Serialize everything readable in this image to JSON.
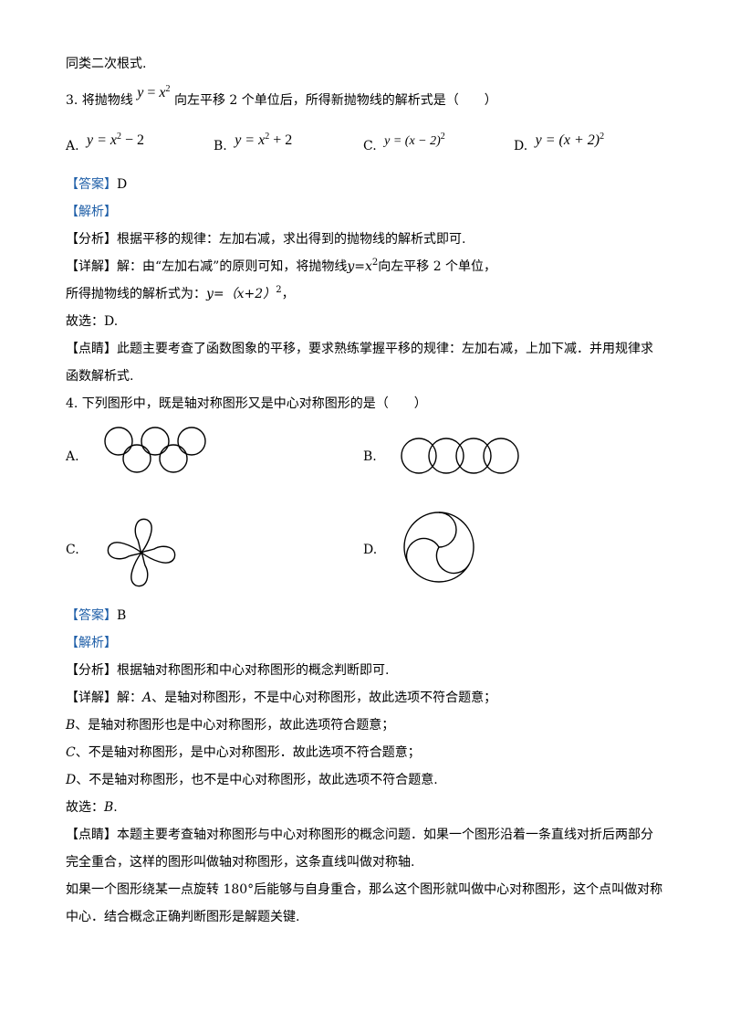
{
  "line0": "同类二次根式.",
  "q3": {
    "prefix": "3. 将抛物线",
    "formula_lhs": "y",
    "formula_eq": " = ",
    "formula_rhs": "x",
    "formula_exp": "2",
    "suffix": "向左平移 2 个单位后，所得新抛物线的解析式是（　　）",
    "options": [
      {
        "label": "A.",
        "pre": "y = x",
        "exp": "2",
        "post": " − 2"
      },
      {
        "label": "B.",
        "pre": "y = x",
        "exp": "2",
        "post": " + 2"
      },
      {
        "label": "C.",
        "pre": "y = (x − 2)",
        "exp": "2",
        "post": ""
      },
      {
        "label": "D.",
        "pre": "y = (x + 2)",
        "exp": "2",
        "post": ""
      }
    ],
    "answer_tag": "【答案】",
    "answer": "D",
    "analysis_tag": "【解析】",
    "fenxi_tag": "【分析】",
    "fenxi": "根据平移的规律：左加右减，求出得到的抛物线的解析式即可.",
    "xiangjie_tag": "【详解】",
    "xiangjie_a": "解：由“左加右减”的原则可知，将抛物线",
    "xiangjie_formula": "y=x",
    "xiangjie_exp": "2",
    "xiangjie_b": "向左平移 2 个单位，",
    "result_a": "所得抛物线的解析式为：",
    "result_formula": "y=（x+2）",
    "result_exp": "2",
    "result_b": "，",
    "choice": "故选：D.",
    "dianjing_tag": "【点睛】",
    "dianjing_1": "此题主要考查了函数图象的平移，要求熟练掌握平移的规律：左加右减，上加下减．并用规律求",
    "dianjing_2": "函数解析式."
  },
  "q4": {
    "stem": "4. 下列图形中，既是轴对称图形又是中心对称图形的是（　　）",
    "labels": [
      "A.",
      "B.",
      "C.",
      "D."
    ],
    "answer_tag": "【答案】",
    "answer": "B",
    "analysis_tag": "【解析】",
    "fenxi_tag": "【分析】",
    "fenxi": "根据轴对称图形和中心对称图形的概念判断即可.",
    "xiangjie_tag": "【详解】",
    "xj_a_letter": "A",
    "xj_a": "、是轴对称图形，不是中心对称图形，故此选项不符合题意；",
    "xj_b_letter": "B",
    "xj_b": "、是轴对称图形也是中心对称图形，故此选项符合题意；",
    "xj_c_letter": "C",
    "xj_c": "、不是轴对称图形，是中心对称图形．故此选项不符合题意；",
    "xj_d_letter": "D",
    "xj_d": "、不是轴对称图形，也不是中心对称图形，故此选项不符合题意.",
    "xj_prefix": "解：",
    "choice_a": "故选：",
    "choice_letter": "B",
    "choice_b": ".",
    "dianjing_tag": "【点睛】",
    "dianjing_1": "本题主要考查轴对称图形与中心对称图形的概念问题．如果一个图形沿着一条直线对折后两部分",
    "dianjing_2": "完全重合，这样的图形叫做轴对称图形，这条直线叫做对称轴.",
    "dianjing_3": "如果一个图形绕某一点旋转 180°后能够与自身重合，那么这个图形就叫做中心对称图形，这个点叫做对称",
    "dianjing_4": "中心．结合概念正确判断图形是解题关键."
  }
}
